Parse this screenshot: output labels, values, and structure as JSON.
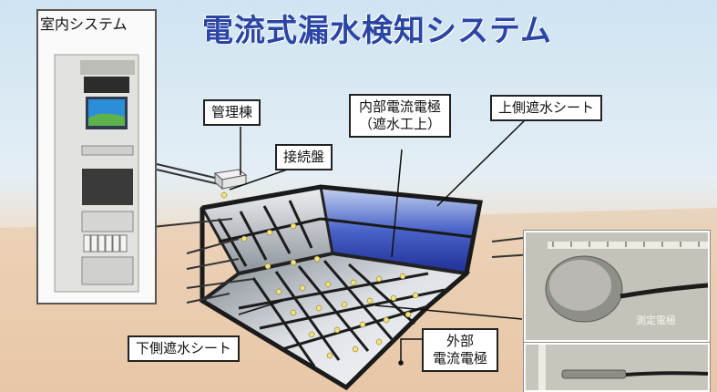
{
  "title": "電流式漏水検知システム",
  "labels": {
    "indoor_system": "室内システム",
    "management_building": "管理棟",
    "junction_box": "接続盤",
    "internal_electrode_line1": "内部電流電極",
    "internal_electrode_line2": "（遮水工上）",
    "upper_sheet": "上側遮水シート",
    "lower_sheet": "下側遮水シート",
    "external_electrode_line1": "外部",
    "external_electrode_line2": "電流電極",
    "measurement_electrode": "測定電極"
  }
}
